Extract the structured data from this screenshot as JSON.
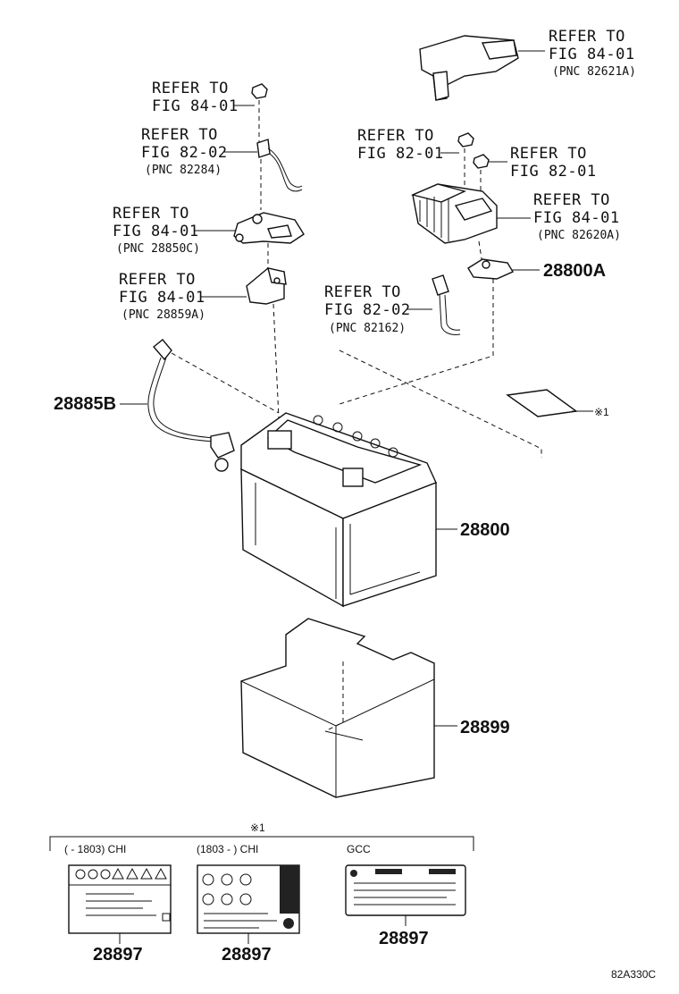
{
  "refs": {
    "r1": {
      "line1": "REFER TO",
      "line2": "FIG 84-01",
      "pnc": "(PNC 82621A)"
    },
    "r2": {
      "line1": "REFER TO",
      "line2": "FIG 84-01"
    },
    "r3": {
      "line1": "REFER TO",
      "line2": "FIG 82-02",
      "pnc": "(PNC 82284)"
    },
    "r4": {
      "line1": "REFER TO",
      "line2": "FIG 82-01"
    },
    "r5": {
      "line1": "REFER TO",
      "line2": "FIG 82-01"
    },
    "r6": {
      "line1": "REFER TO",
      "line2": "FIG 84-01",
      "pnc": "(PNC 28850C)"
    },
    "r7": {
      "line1": "REFER TO",
      "line2": "FIG 84-01",
      "pnc": "(PNC 82620A)"
    },
    "r8": {
      "line1": "REFER TO",
      "line2": "FIG 84-01",
      "pnc": "(PNC 28859A)"
    },
    "r9": {
      "line1": "REFER TO",
      "line2": "FIG 82-02",
      "pnc": "(PNC 82162)"
    }
  },
  "parts": {
    "p28800A": "28800A",
    "p28885B": "28885B",
    "p28800": "28800",
    "p28899": "28899",
    "label1": "28897",
    "label2": "28897",
    "label3": "28897"
  },
  "note_mark": "※1",
  "legend": {
    "mark": "※1",
    "col1": "(       - 1803) CHI",
    "col2": "(1803 -        ) CHI",
    "col3": "GCC"
  },
  "diagram_code": "82A330C"
}
